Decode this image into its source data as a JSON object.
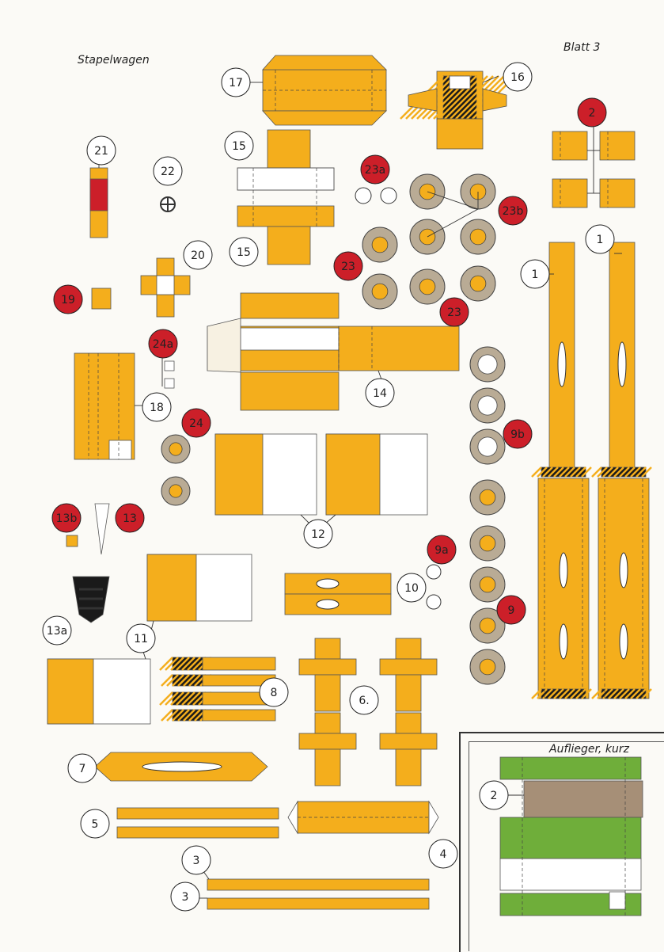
{
  "sheet": {
    "title": "Stapelwagen",
    "sheet_label": "Blatt 3",
    "inset_title": "Auflieger, kurz"
  },
  "colors": {
    "paper": "#fbfaf6",
    "yellow": "#f4ae1c",
    "red": "#cc1f29",
    "tire": "#b9ab95",
    "green": "#6fae3a",
    "brown": "#a68f77",
    "black": "#1a1a1a"
  },
  "part_labels": {
    "p1": "1",
    "p2": "2",
    "p3": "3",
    "p4": "4",
    "p5": "5",
    "p6": "6.",
    "p7": "7",
    "p8": "8",
    "p9": "9",
    "p9a": "9a",
    "p9b": "9b",
    "p10": "10",
    "p11": "11",
    "p12": "12",
    "p13": "13",
    "p13a": "13a",
    "p13b": "13b",
    "p14": "14",
    "p15": "15",
    "p16": "16",
    "p17": "17",
    "p18": "18",
    "p19": "19",
    "p20": "20",
    "p21": "21",
    "p22": "22",
    "p23": "23",
    "p23a": "23a",
    "p23b": "23b",
    "p24": "24",
    "p24a": "24a"
  }
}
